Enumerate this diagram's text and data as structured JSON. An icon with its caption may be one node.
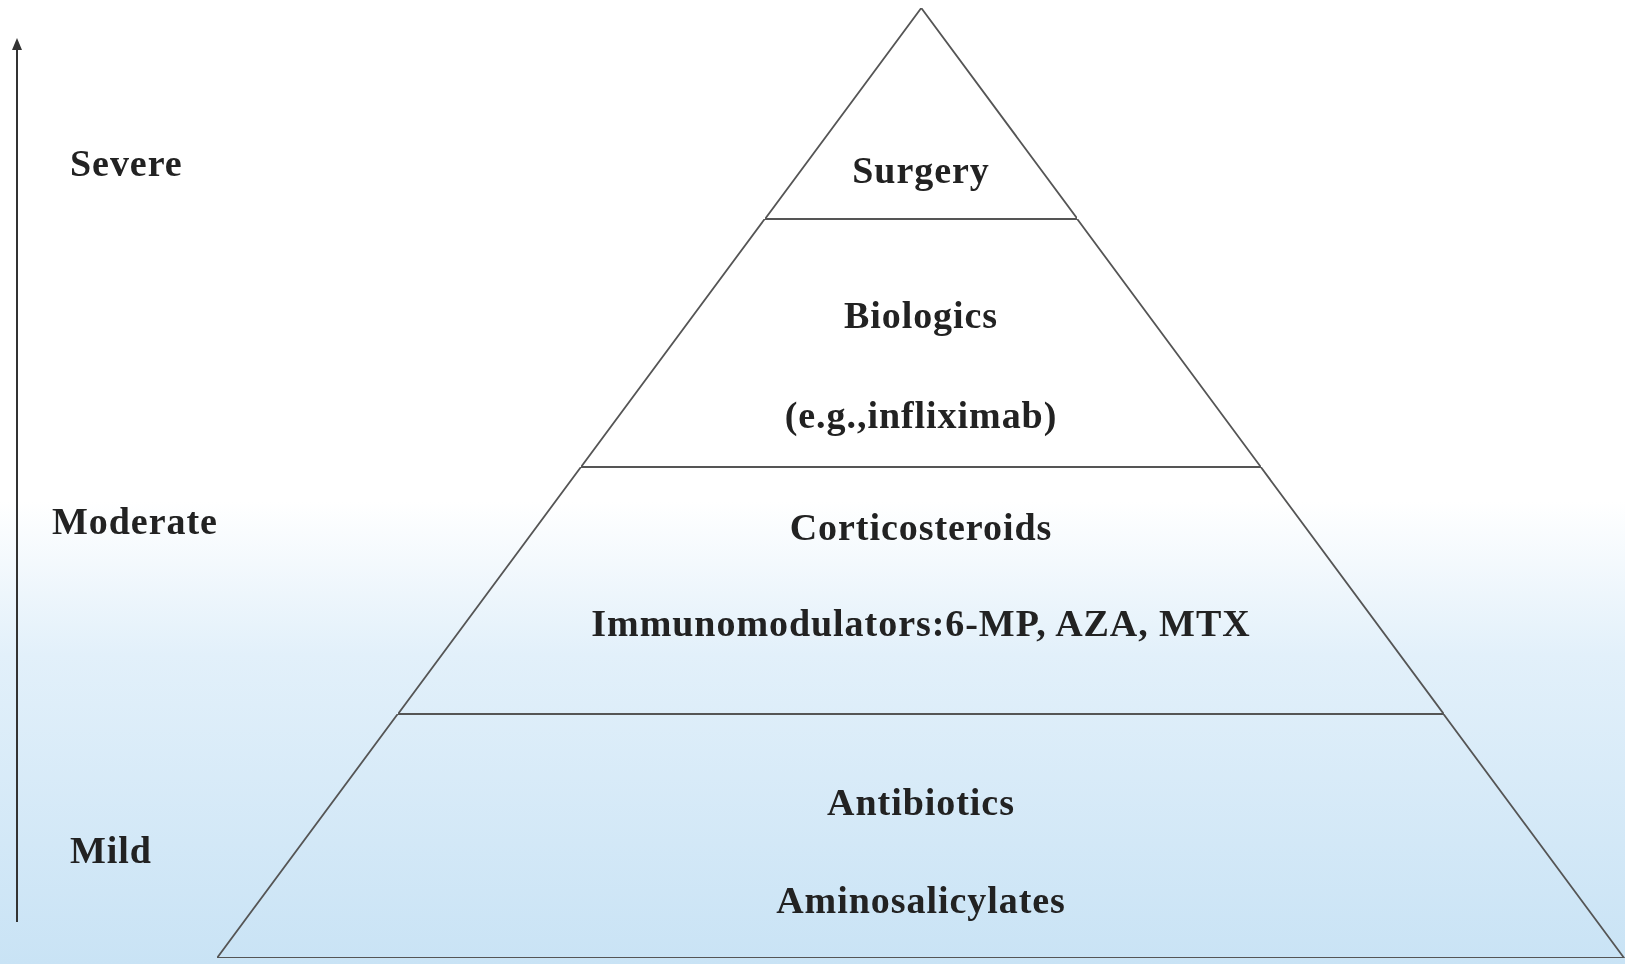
{
  "diagram": {
    "nodes": [
      {
        "text": [
          "Surgery"
        ]
      },
      {
        "text": [
          "Biologics",
          "(e.g.,infliximab)"
        ]
      },
      {
        "text": [
          "Corticosteroids",
          "Immunomodulators:6-MP, AZA, MTX"
        ]
      },
      {
        "text": [
          "Antibiotics",
          "Aminosalicylates"
        ]
      }
    ],
    "labels": [
      "Severe",
      "Moderate",
      "Mild"
    ]
  }
}
